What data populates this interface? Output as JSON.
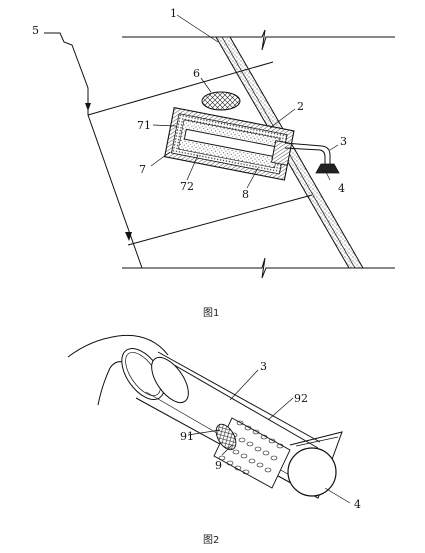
{
  "figure1": {
    "caption": "图1",
    "labels": {
      "l1": "1",
      "l2": "2",
      "l3": "3",
      "l4": "4",
      "l5": "5",
      "l6": "6",
      "l7": "7",
      "l71": "71",
      "l72": "72",
      "l8": "8"
    }
  },
  "figure2": {
    "caption": "图2",
    "labels": {
      "l3": "3",
      "l92": "92",
      "l91": "91",
      "l9": "9",
      "l4": "4"
    }
  }
}
